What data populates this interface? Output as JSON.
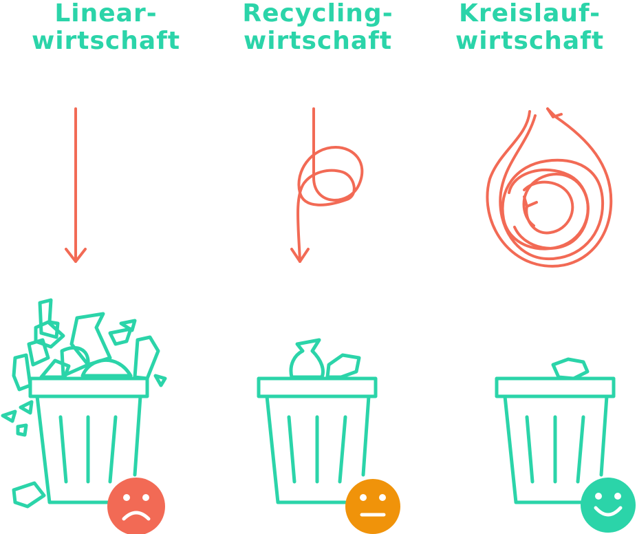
{
  "colors": {
    "teal": "#2bd4a9",
    "arrow": "#f26a55",
    "sad_face": "#f26a55",
    "neutral_face": "#f0930a",
    "happy_face": "#2bd4a9"
  },
  "columns": [
    {
      "title_line1": "Linear-",
      "title_line2": "wirtschaft",
      "arrow": "straight-down-arrow",
      "bin": "overflowing-trash-bin",
      "face": "sad-face-icon"
    },
    {
      "title_line1": "Recycling-",
      "title_line2": "wirtschaft",
      "arrow": "looped-down-arrow",
      "bin": "partly-filled-trash-bin",
      "face": "neutral-face-icon"
    },
    {
      "title_line1": "Kreislauf-",
      "title_line2": "wirtschaft",
      "arrow": "spiral-circular-arrow",
      "bin": "nearly-empty-trash-bin",
      "face": "happy-face-icon"
    }
  ]
}
